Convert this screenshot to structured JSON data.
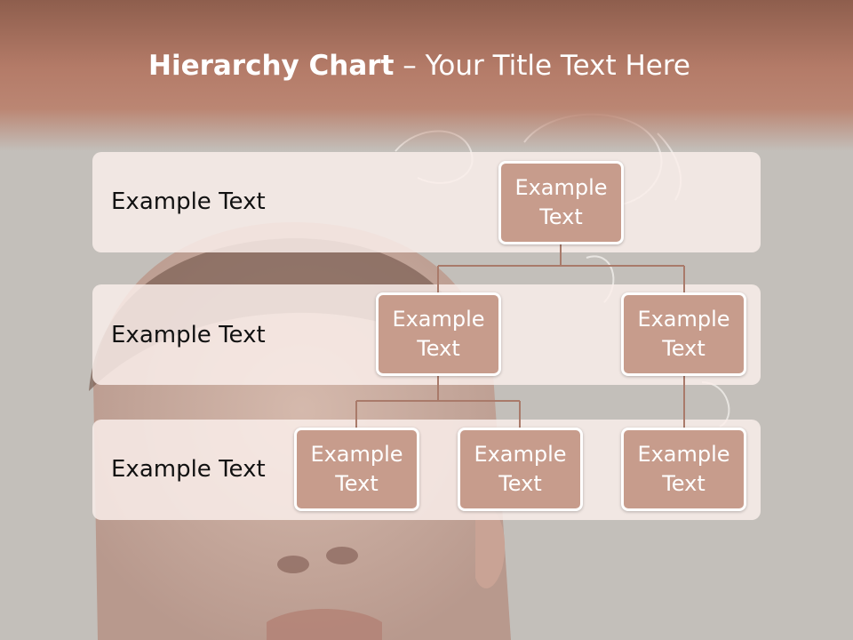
{
  "slide": {
    "title_bold": "Hierarchy Chart",
    "title_rest": " – Your Title Text Here"
  },
  "bands": [
    {
      "label": "Example Text"
    },
    {
      "label": "Example Text"
    },
    {
      "label": "Example Text"
    }
  ],
  "nodes": {
    "root": "Example Text",
    "level2_left": "Example Text",
    "level2_right": "Example Text",
    "level3_a": "Example Text",
    "level3_b": "Example Text",
    "level3_c": "Example Text"
  },
  "colors": {
    "title_band": "#b47b68",
    "node_fill": "#c79c8c",
    "node_border": "#ffffff",
    "connector": "#a97a6a",
    "band_fill": "#faeeeb"
  }
}
